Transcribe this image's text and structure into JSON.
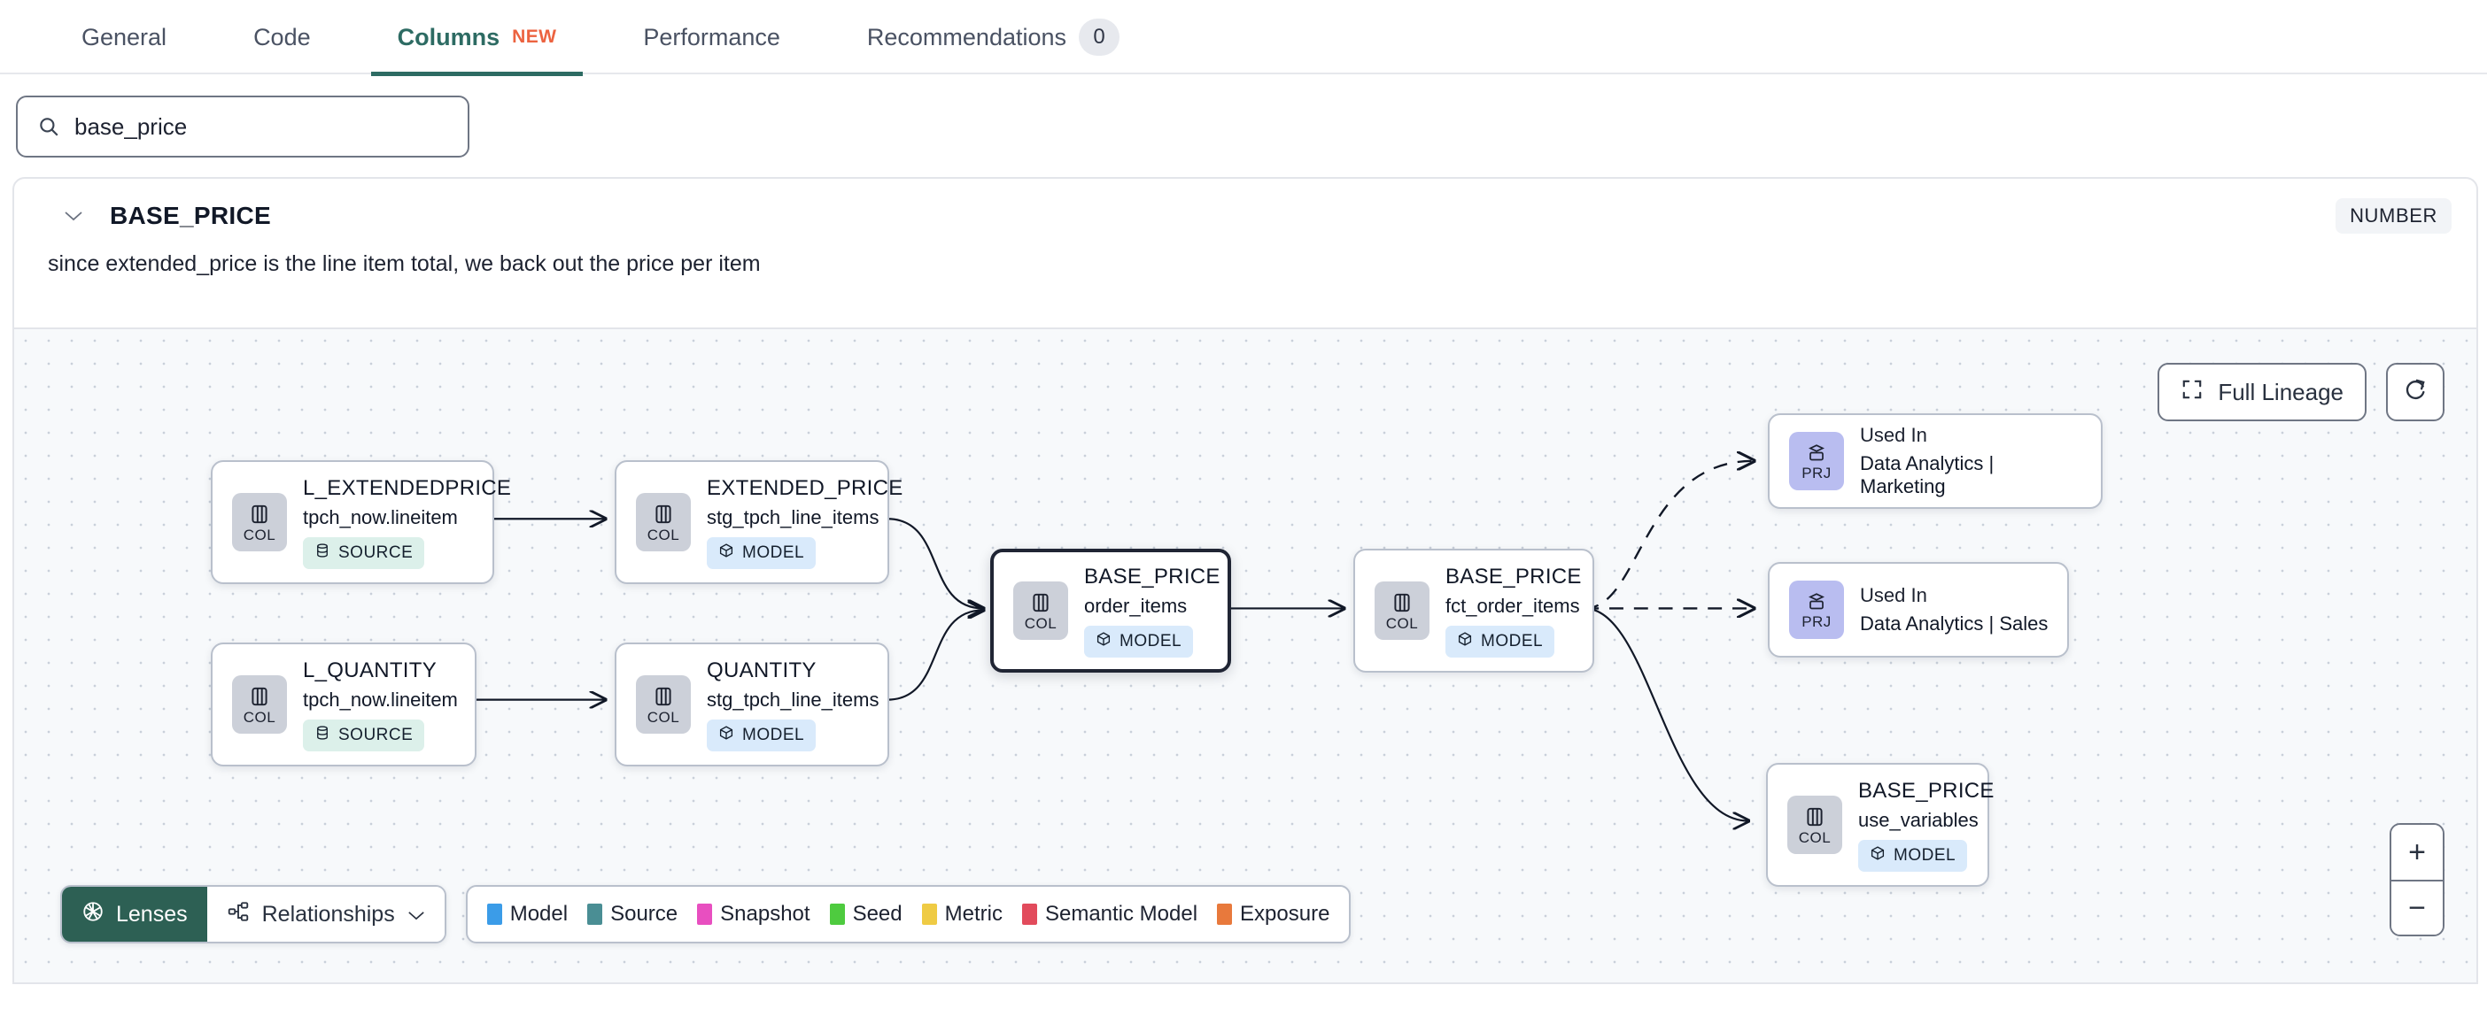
{
  "tabs": [
    {
      "label": "General",
      "active": false
    },
    {
      "label": "Code",
      "active": false
    },
    {
      "label": "Columns",
      "active": true,
      "pill": "NEW"
    },
    {
      "label": "Performance",
      "active": false
    },
    {
      "label": "Recommendations",
      "active": false,
      "count": "0"
    }
  ],
  "search": {
    "value": "base_price",
    "placeholder": "Search columns",
    "icon": "search-icon"
  },
  "column": {
    "name": "BASE_PRICE",
    "type_badge": "NUMBER",
    "description": "since extended_price is the line item total, we back out the price per item",
    "expanded": true
  },
  "graph_controls": {
    "full_lineage": "Full Lineage",
    "refresh_icon": "refresh-icon",
    "zoom_in": "+",
    "zoom_out": "−"
  },
  "toolbar": {
    "lenses": "Lenses",
    "relationships": "Relationships",
    "lenses_icon": "aperture-icon",
    "relationships_icon": "node-graph-icon",
    "chevron_icon": "chevron-down-icon"
  },
  "legend": {
    "items": [
      {
        "label": "Model",
        "color": "#3b9ce8"
      },
      {
        "label": "Source",
        "color": "#4a8e94"
      },
      {
        "label": "Snapshot",
        "color": "#e84fc0"
      },
      {
        "label": "Seed",
        "color": "#4ecb3f"
      },
      {
        "label": "Metric",
        "color": "#efcb44"
      },
      {
        "label": "Semantic Model",
        "color": "#e24b5c"
      },
      {
        "label": "Exposure",
        "color": "#e8793c"
      }
    ]
  },
  "lineage": {
    "nodes": [
      {
        "id": "n1",
        "kind": "COL",
        "name": "L_EXTENDEDPRICE",
        "sub": "tpch_now.lineitem",
        "tag": "SOURCE",
        "tag_type": "source",
        "selected": false
      },
      {
        "id": "n2",
        "kind": "COL",
        "name": "L_QUANTITY",
        "sub": "tpch_now.lineitem",
        "tag": "SOURCE",
        "tag_type": "source",
        "selected": false
      },
      {
        "id": "n3",
        "kind": "COL",
        "name": "EXTENDED_PRICE",
        "sub": "stg_tpch_line_items",
        "tag": "MODEL",
        "tag_type": "model",
        "selected": false
      },
      {
        "id": "n4",
        "kind": "COL",
        "name": "QUANTITY",
        "sub": "stg_tpch_line_items",
        "tag": "MODEL",
        "tag_type": "model",
        "selected": false
      },
      {
        "id": "n5",
        "kind": "COL",
        "name": "BASE_PRICE",
        "sub": "order_items",
        "tag": "MODEL",
        "tag_type": "model",
        "selected": true
      },
      {
        "id": "n6",
        "kind": "COL",
        "name": "BASE_PRICE",
        "sub": "fct_order_items",
        "tag": "MODEL",
        "tag_type": "model",
        "selected": false
      },
      {
        "id": "n7",
        "kind": "PRJ",
        "usedin_label": "Used In",
        "name": "Data Analytics | Marketing"
      },
      {
        "id": "n8",
        "kind": "PRJ",
        "usedin_label": "Used In",
        "name": "Data Analytics | Sales"
      },
      {
        "id": "n9",
        "kind": "COL",
        "name": "BASE_PRICE",
        "sub": "use_variables",
        "tag": "MODEL",
        "tag_type": "model",
        "selected": false
      }
    ]
  }
}
